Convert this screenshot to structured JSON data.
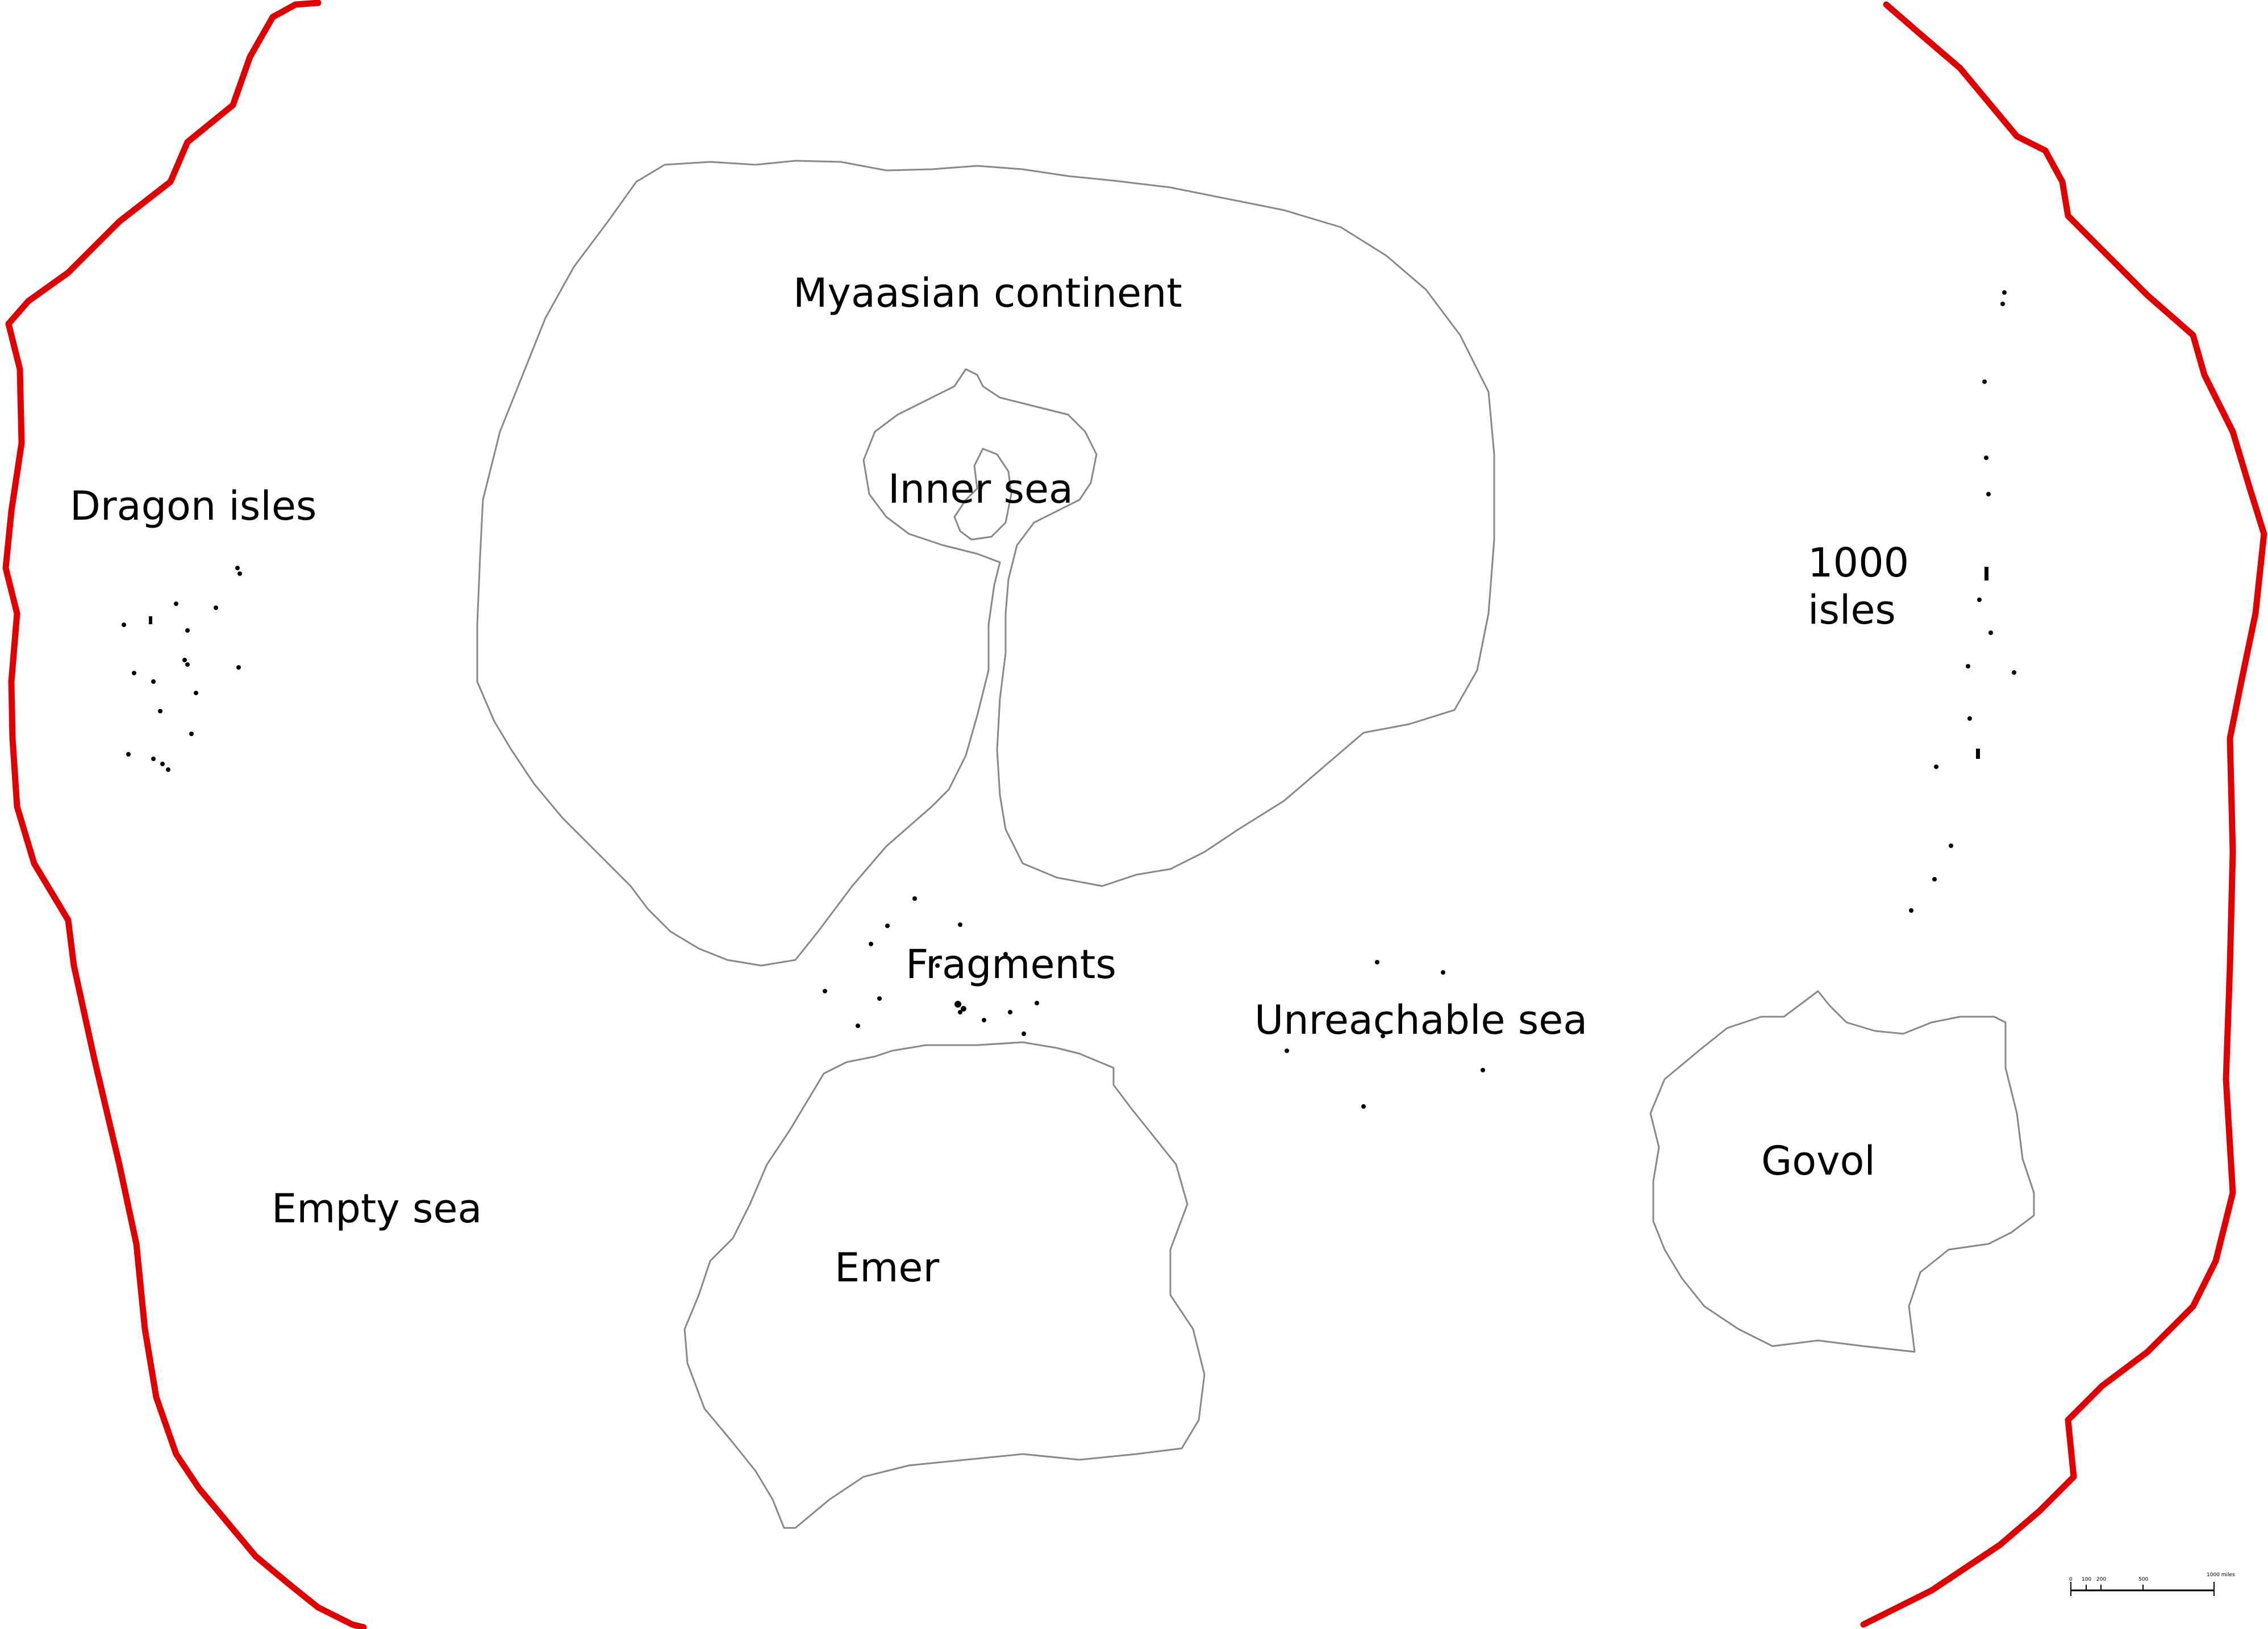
{
  "colors": {
    "border": "#e00000",
    "coast": "#888888",
    "text": "#000000",
    "background": "#ffffff"
  },
  "labels": {
    "continent": "Myaasian continent",
    "inner_sea": "Inner sea",
    "dragon_isles": "Dragon isles",
    "thousand_isles_1": "1000",
    "thousand_isles_2": "isles",
    "fragments": "Fragments",
    "unreachable_sea": "Unreachable sea",
    "govol": "Govol",
    "empty_sea": "Empty sea",
    "emer": "Emer"
  },
  "scale_bar": {
    "ticks": [
      "0",
      "100",
      "200",
      "500",
      "1000 miles"
    ]
  }
}
